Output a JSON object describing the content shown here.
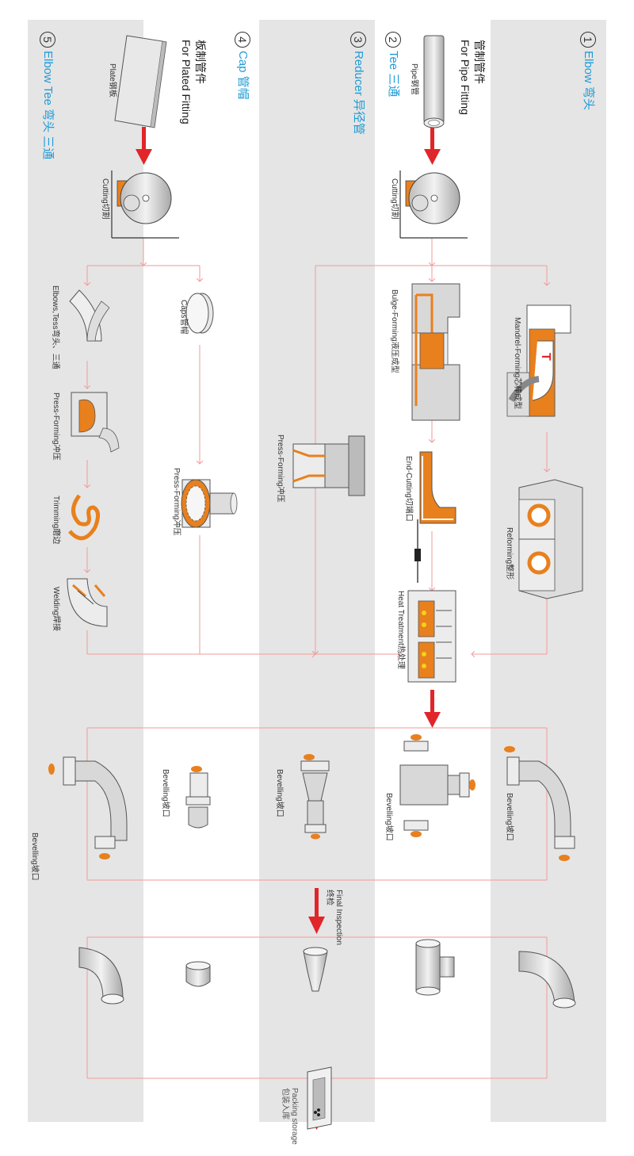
{
  "colors": {
    "accent": "#e8801e",
    "arrow": "#e0262a",
    "lane_title": "#1e9bd7",
    "flow": "#f29a9a",
    "gray_band": "#e5e5e5",
    "metal": "#c8c8c8"
  },
  "lanes": [
    {
      "num": "1",
      "name": "Elbow 弯头"
    },
    {
      "num": "2",
      "name": "Tee 三通"
    },
    {
      "num": "3",
      "name": "Reducer 异径管"
    },
    {
      "num": "4",
      "name": "Cap 管帽"
    },
    {
      "num": "5",
      "name": "Elbow Tee 弯头 三通"
    }
  ],
  "pipe_fitting": {
    "title_cn": "管制管件",
    "title_en": "For Pipe Fitting",
    "material": "Pipe钢管"
  },
  "plate_fitting": {
    "title_cn": "板制管件",
    "title_en": "For Plated Fitting",
    "material": "Plate钢板"
  },
  "steps": {
    "cutting": "Cutting切割",
    "mandrel": "Mandrel-Forming芯棒成型",
    "reforming": "Reforming整形",
    "bulge": "Bulge-Forming液压成型",
    "end_cutting": "End-Cutting切端口",
    "heat_treatment": "Heat Treatment热处理",
    "press_reducer": "Press-Forming冲压",
    "caps": "Caps管帽",
    "press_cap": "Press-Forming冲压",
    "elbows_tees": "Elbows,Tess弯头、三通",
    "press_elbow": "Press-Forming冲压",
    "trimming": "Trimming磨边",
    "welding": "Welding焊接",
    "bevelling": "Bevelling坡口",
    "final_inspection_en": "Final Inspection",
    "final_inspection_cn": "终检",
    "packing_en": "Packing storage",
    "packing_cn": "包装入库"
  },
  "icons": {
    "arrow": "arrow-down-icon",
    "cutter": "cutting-wheel-icon"
  }
}
